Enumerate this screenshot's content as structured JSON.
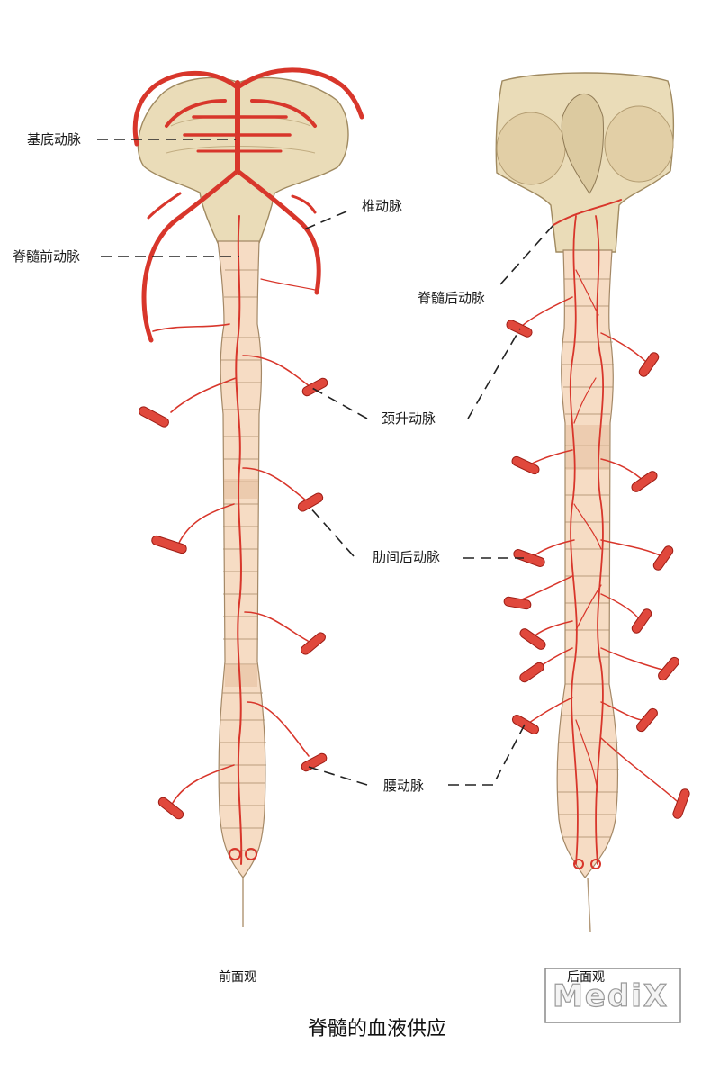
{
  "figure": {
    "title": "脊髓的血液供应",
    "views": {
      "anterior": "前面观",
      "posterior": "后面观"
    },
    "labels": {
      "basilar_artery": "基底动脉",
      "vertebral_artery": "椎动脉",
      "anterior_spinal_artery": "脊髓前动脉",
      "posterior_spinal_artery": "脊髓后动脉",
      "ascending_cervical_artery": "颈升动脉",
      "posterior_intercostal_artery": "肋间后动脉",
      "lumbar_artery": "腰动脉"
    },
    "watermark": "MediX"
  },
  "colors": {
    "artery": "#d8362b",
    "cord": "#f6dcc4",
    "brainstem": "#eadcb8"
  }
}
